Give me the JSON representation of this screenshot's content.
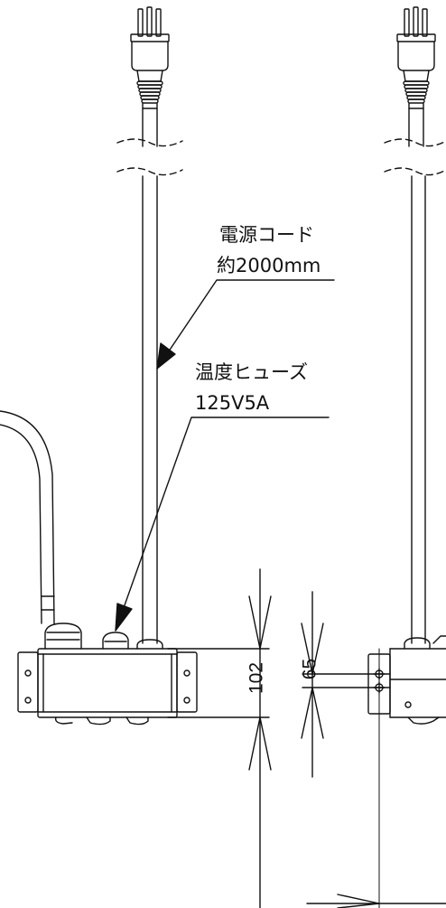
{
  "labels": {
    "cord_title": "電源コード",
    "cord_length": "約2000mm",
    "fuse_title": "温度ヒューズ",
    "fuse_rating": "125V5A"
  },
  "dimensions": {
    "height_left": "102",
    "mount_pitch_right": "65"
  },
  "colors": {
    "line": "#111111",
    "background": "#ffffff"
  }
}
